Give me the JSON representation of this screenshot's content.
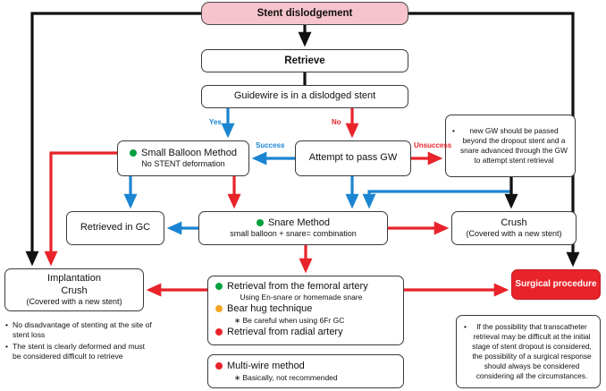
{
  "title": "Stent dislodgement",
  "colors": {
    "pink": "#F7C3CC",
    "red": "#E8232A",
    "blue": "#1B85D1",
    "green": "#06A13F",
    "orange": "#F5A623",
    "black": "#111111"
  },
  "nodes": {
    "title": {
      "label": "Stent dislodgement"
    },
    "retrieve": {
      "label": "Retrieve"
    },
    "guidewire": {
      "label": "Guidewire is in a dislodged stent"
    },
    "small_balloon": {
      "title": "Small Balloon Method",
      "sub": "No STENT deformation"
    },
    "attempt": {
      "label": "Attempt to pass GW"
    },
    "new_gw_note": {
      "text": "new GW should be passed beyond the dropout stent and a snare advanced through the GW to attempt stent retrieval"
    },
    "retrieved_gc": {
      "label": "Retrieved in GC"
    },
    "snare": {
      "title": "Snare Method",
      "sub": "small balloon + snare= combination"
    },
    "crush": {
      "title": "Crush",
      "sub": "(Covered with a new stent)"
    },
    "implantation": {
      "line1": "Implantation",
      "line2": "Crush",
      "line3": "(Covered with a new stent)"
    },
    "surgical": {
      "label": "Surgical procedure"
    },
    "methods": [
      {
        "dot": "green",
        "title": "Retrieval from the femoral artery",
        "sub": "Using En-snare or homemade snare"
      },
      {
        "dot": "orange",
        "title": "Bear hug technique",
        "sub": "∗ Be careful when using 6Fr GC"
      },
      {
        "dot": "red",
        "title": "Retrieval from radial artery",
        "sub": ""
      }
    ],
    "multiwire": {
      "dot": "red",
      "title": "Multi-wire method",
      "sub": "∗ Basically, not recommended"
    },
    "implantation_notes": [
      "No disadvantage of stenting at the site of stent loss",
      "The stent is clearly deformed and must be considered difficult to retrieve"
    ],
    "surgical_note": "If the possibility that transcatheter retrieval may be difficult at the initial stage of stent dropout is considered, the possibility of a surgical response should always be considered considering all the circumstances."
  },
  "edge_labels": {
    "yes": "Yes",
    "no": "No",
    "success": "Success",
    "unsuccess": "Unsuccess"
  },
  "bullet_char": "•"
}
